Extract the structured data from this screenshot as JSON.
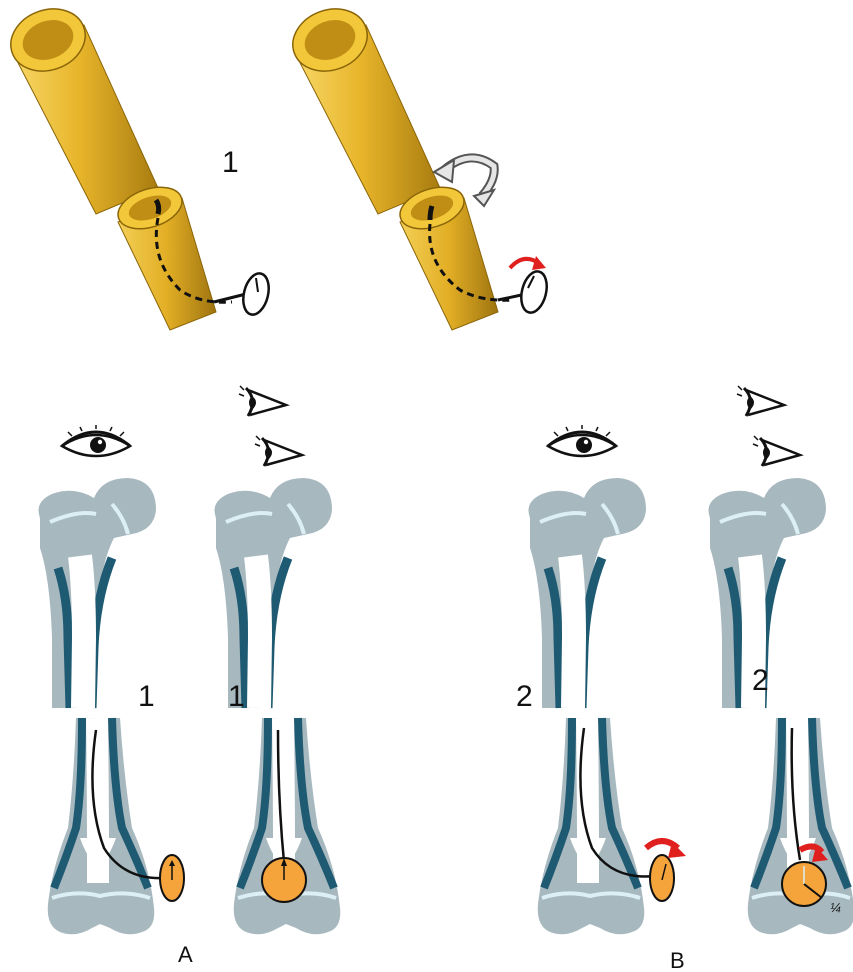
{
  "labels": {
    "top_step": "1",
    "panel_a_left_step": "1",
    "panel_a_right_step": "1",
    "panel_b_left_step": "2",
    "panel_b_right_step": "2",
    "panel_a_letter": "A",
    "panel_b_letter": "B",
    "angle_mark": "¼"
  },
  "colors": {
    "tube_gold": "#E8B52A",
    "tube_gold_dark": "#B98A14",
    "tube_gold_light": "#F6D766",
    "bone_gray": "#A7B8BF",
    "cortex_teal": "#1F5A73",
    "physis_line": "#DCEFF4",
    "disc_orange": "#F5A33B",
    "rotation_red": "#E0201E",
    "ink": "#111111"
  },
  "icons": [
    "eye-icon",
    "rotation-arrow-icon",
    "marker-disc-icon"
  ]
}
